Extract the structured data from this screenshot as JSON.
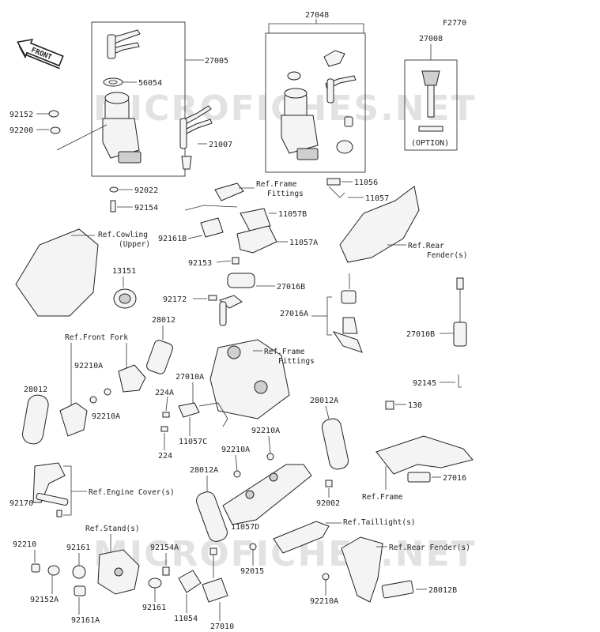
{
  "watermark": [
    "MICROFICHES.NET",
    "MICROFICHES.NET"
  ],
  "diagram_code": "F2770",
  "front_label": "FRONT",
  "option_label": "(OPTION)",
  "parts": {
    "p27048": "27048",
    "p27008": "27008",
    "p27005": "27005",
    "p56054": "56054",
    "p92152": "92152",
    "p92200": "92200",
    "p21007": "21007",
    "p92022": "92022",
    "p92154": "92154",
    "p11056": "11056",
    "p11057": "11057",
    "p11057B": "11057B",
    "p92161B": "92161B",
    "p11057A": "11057A",
    "p92153": "92153",
    "p13151": "13151",
    "p27016B": "27016B",
    "p92172": "92172",
    "p27016A": "27016A",
    "p27010B": "27010B",
    "p28012_top": "28012",
    "p92210A_1": "92210A",
    "p92210A_2": "92210A",
    "p28012_left": "28012",
    "p27010A": "27010A",
    "p224A": "224A",
    "p11057C": "11057C",
    "p224": "224",
    "p92145": "92145",
    "p130": "130",
    "p28012A_1": "28012A",
    "p92210A_3": "92210A",
    "p92210A_4": "92210A",
    "p28012A_2": "28012A",
    "p27016": "27016",
    "p92170": "92170",
    "p92002": "92002",
    "p11057D": "11057D",
    "p92210": "92210",
    "p92161_1": "92161",
    "p92154A": "92154A",
    "p92152A": "92152A",
    "p92161A": "92161A",
    "p92161_2": "92161",
    "p11054": "11054",
    "p27010": "27010",
    "p92015": "92015",
    "p92210A_5": "92210A",
    "p28012B": "28012B"
  },
  "refs": {
    "frame_fittings_1": [
      "Ref.Frame",
      "Fittings"
    ],
    "cowling": [
      "Ref.Cowling",
      "(Upper)"
    ],
    "rear_fender": [
      "Ref.Rear",
      "Fender(s)"
    ],
    "front_fork": "Ref.Front Fork",
    "frame_fittings_2": [
      "Ref.Frame",
      "Fittings"
    ],
    "engine_cover": "Ref.Engine Cover(s)",
    "frame": "Ref.Frame",
    "stand": "Ref.Stand(s)",
    "taillight": "Ref.Taillight(s)",
    "rear_fender_2": "Ref.Rear Fender(s)"
  }
}
